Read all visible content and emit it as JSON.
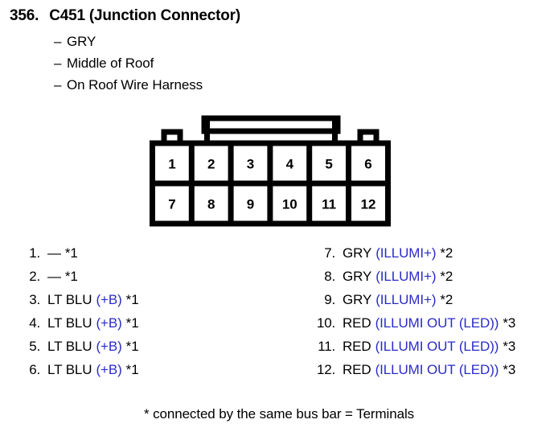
{
  "header": {
    "number": "356.",
    "title": "C451 (Junction Connector)",
    "sublines": [
      "GRY",
      "Middle of Roof",
      "On Roof Wire Harness"
    ],
    "dash": "–"
  },
  "connector": {
    "top_row_labels": [
      "1",
      "2",
      "3",
      "4",
      "5",
      "6"
    ],
    "bottom_row_labels": [
      "7",
      "8",
      "9",
      "10",
      "11",
      "12"
    ]
  },
  "pins": {
    "left": [
      {
        "index": "1.",
        "wire": "—",
        "signal": "",
        "ref": "*1"
      },
      {
        "index": "2.",
        "wire": "—",
        "signal": "",
        "ref": "*1"
      },
      {
        "index": "3.",
        "wire": "LT BLU",
        "signal": "(+B)",
        "ref": "*1"
      },
      {
        "index": "4.",
        "wire": "LT BLU",
        "signal": "(+B)",
        "ref": "*1"
      },
      {
        "index": "5.",
        "wire": "LT BLU",
        "signal": "(+B)",
        "ref": "*1"
      },
      {
        "index": "6.",
        "wire": "LT BLU",
        "signal": "(+B)",
        "ref": "*1"
      }
    ],
    "right": [
      {
        "index": "7.",
        "wire": "GRY",
        "signal": "(ILLUMI+)",
        "ref": "*2"
      },
      {
        "index": "8.",
        "wire": "GRY",
        "signal": "(ILLUMI+)",
        "ref": "*2"
      },
      {
        "index": "9.",
        "wire": "GRY",
        "signal": "(ILLUMI+)",
        "ref": "*2"
      },
      {
        "index": "10.",
        "wire": "RED",
        "signal": "(ILLUMI OUT (LED))",
        "ref": "*3"
      },
      {
        "index": "11.",
        "wire": "RED",
        "signal": "(ILLUMI OUT (LED))",
        "ref": "*3"
      },
      {
        "index": "12.",
        "wire": "RED",
        "signal": "(ILLUMI OUT (LED))",
        "ref": "*3"
      }
    ]
  },
  "footer": {
    "note": "* connected by the same bus bar = Terminals"
  },
  "colors": {
    "signal_blue": "#2B2BC8",
    "ink": "#000000",
    "paper": "#FFFFFF"
  }
}
